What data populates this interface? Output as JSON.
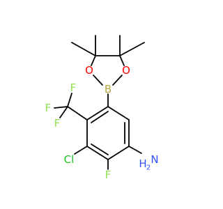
{
  "molecule": {
    "atoms": {
      "O1": "O",
      "O2": "O",
      "B": "B",
      "F1": "F",
      "F2": "F",
      "F3": "F",
      "F4": "F",
      "Cl": "Cl",
      "NH2_H": "H",
      "NH2_N": "N",
      "NH2_sub": "2"
    },
    "colors": {
      "bond": "#000000",
      "O": "#ff0000",
      "B": "#b5a642",
      "F": "#90e050",
      "Cl": "#1fbe1f",
      "N": "#3050f8",
      "bg": "#ffffff"
    }
  }
}
